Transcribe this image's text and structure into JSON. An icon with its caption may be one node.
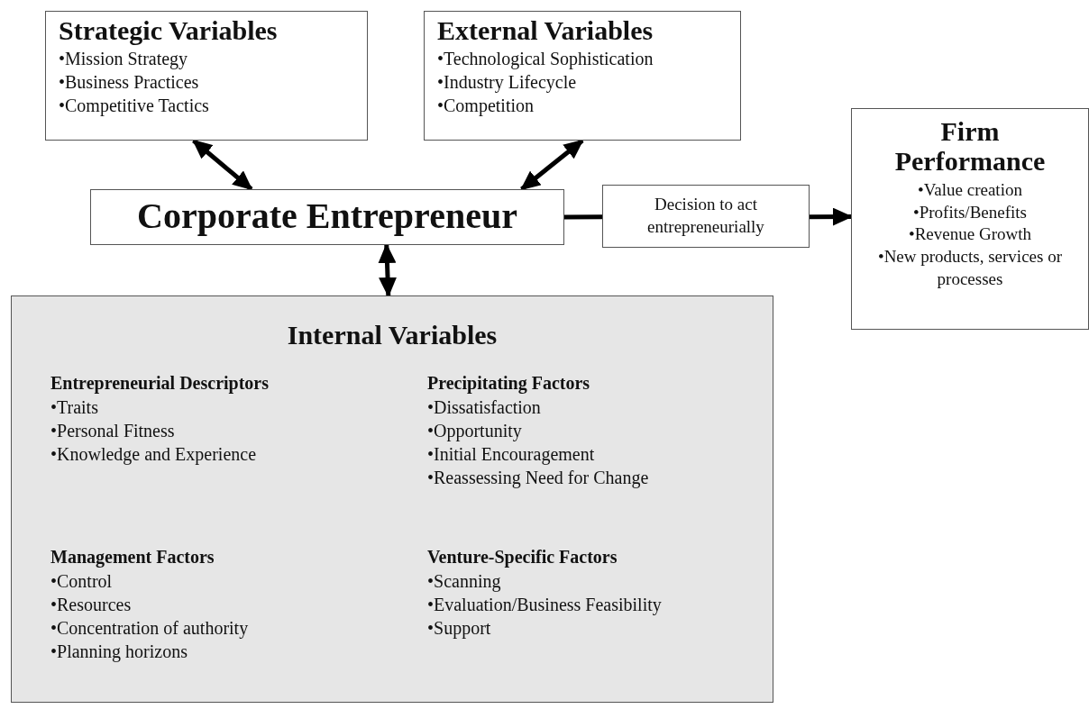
{
  "diagram": {
    "nodes": [
      {
        "text": [
          "Strategic Variables",
          "•Mission Strategy",
          "•Business Practices",
          "•Competitive Tactics"
        ]
      },
      {
        "text": [
          "External Variables",
          "•Technological Sophistication",
          "•Industry Lifecycle",
          "•Competition"
        ]
      },
      {
        "text": [
          "Corporate Entrepreneur"
        ]
      },
      {
        "text": [
          "Decision to act entrepreneurially"
        ]
      },
      {
        "text": [
          "Firm Performance",
          "•Value creation",
          "•Profits/Benefits",
          "•Revenue Growth",
          "•New products, services or processes"
        ]
      },
      {
        "text": [
          "Internal Variables",
          "Entrepreneurial Descriptors",
          "•Traits",
          "•Personal Fitness",
          "•Knowledge and Experience",
          "Precipitating Factors",
          "•Dissatisfaction",
          "•Opportunity",
          "•Initial Encouragement",
          "•Reassessing Need for Change",
          "Management Factors",
          "•Control",
          "•Resources",
          "•Concentration of authority",
          "•Planning horizons",
          "Venture-Specific Factors",
          "•Scanning",
          "•Evaluation/Business Feasibility",
          "•Support"
        ]
      }
    ],
    "edges": [
      {
        "from": 0,
        "to": 2,
        "arrow": "both"
      },
      {
        "from": 1,
        "to": 2,
        "arrow": "both"
      },
      {
        "from": 2,
        "to": 3,
        "arrow": "none"
      },
      {
        "from": 3,
        "to": 4,
        "arrow": "to"
      },
      {
        "from": 2,
        "to": 5,
        "arrow": "both"
      }
    ]
  }
}
